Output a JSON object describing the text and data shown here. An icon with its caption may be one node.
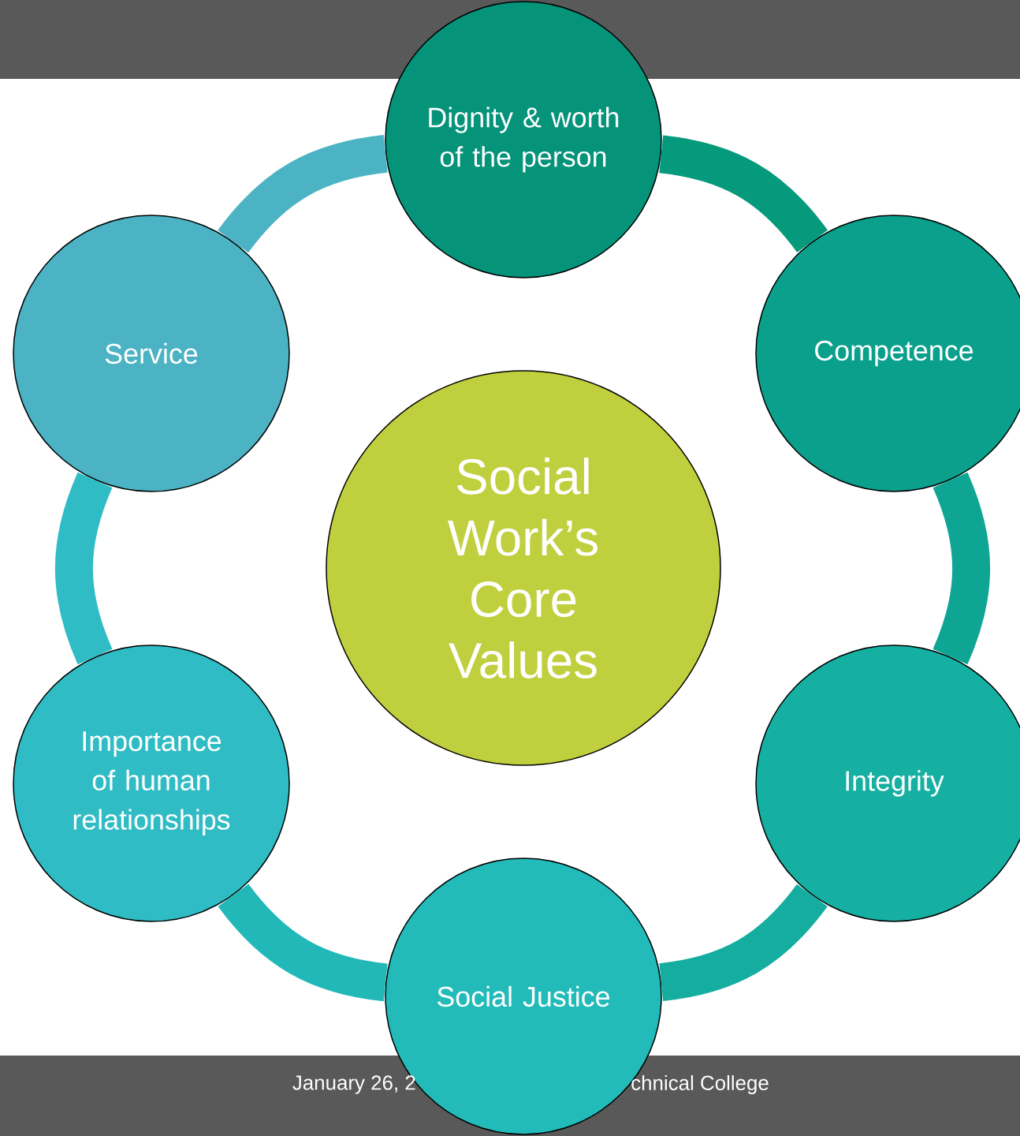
{
  "diagram": {
    "nodes": [
      {
        "text": [
          "Social Work’s Core Values"
        ]
      },
      {
        "text": [
          "Dignity & worth of the person"
        ]
      },
      {
        "text": [
          "Competence"
        ]
      },
      {
        "text": [
          "Integrity"
        ]
      },
      {
        "text": [
          "Social Justice"
        ]
      },
      {
        "text": [
          "Importance of human relationships"
        ]
      },
      {
        "text": [
          "Service"
        ]
      }
    ],
    "edges": [
      {
        "from": 1,
        "to": 2,
        "arrow": "none",
        "color": "#049a7b"
      },
      {
        "from": 2,
        "to": 3,
        "arrow": "none",
        "color": "#0ea595"
      },
      {
        "from": 3,
        "to": 4,
        "arrow": "none",
        "color": "#14ad9f"
      },
      {
        "from": 4,
        "to": 5,
        "arrow": "none",
        "color": "#22b8b8"
      },
      {
        "from": 5,
        "to": 6,
        "arrow": "none",
        "color": "#2fbcc4"
      },
      {
        "from": 6,
        "to": 1,
        "arrow": "none",
        "color": "#4bb3c3"
      }
    ],
    "labels": [
      "January 26, 2",
      "chnical College"
    ]
  }
}
